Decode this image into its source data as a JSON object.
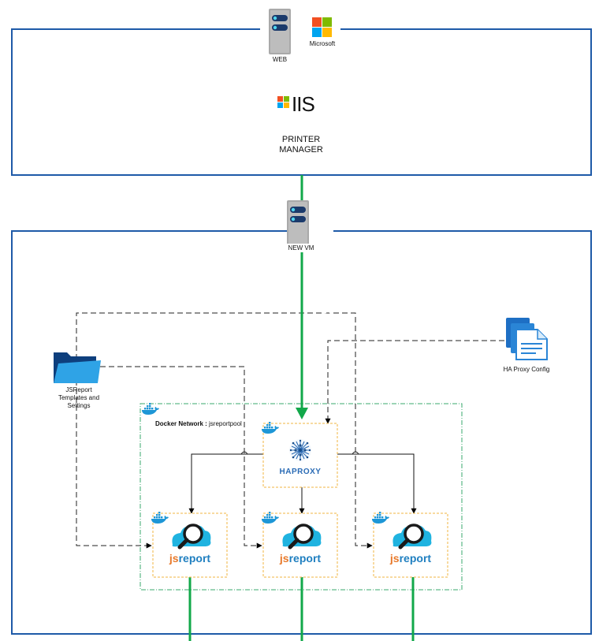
{
  "web": {
    "server_label": "WEB",
    "ms_label": "Microsoft",
    "iis_label": "IIS",
    "app_label": "PRINTER\nMANAGER"
  },
  "vm": {
    "server_label": "NEW VM"
  },
  "jsreport_folder": {
    "label": "JSReport\nTemplates and\nSettings"
  },
  "haproxy_config": {
    "label": "HA Proxy Config"
  },
  "docker_network": {
    "bold": "Docker Network :",
    "name": "jsreportpool"
  },
  "haproxy": {
    "label": "HAPROXY"
  },
  "jsreport": {
    "label_a": "js",
    "label_b": "report"
  },
  "colors": {
    "container_border": "#1e5aa8",
    "traffic": "#12a84a",
    "dock_border": "#3aaa6e",
    "node_border": "#f2b441",
    "docker": "#1d96d6",
    "haproxy_blue": "#2a6bb5",
    "jsreport_orange": "#e8792a"
  }
}
